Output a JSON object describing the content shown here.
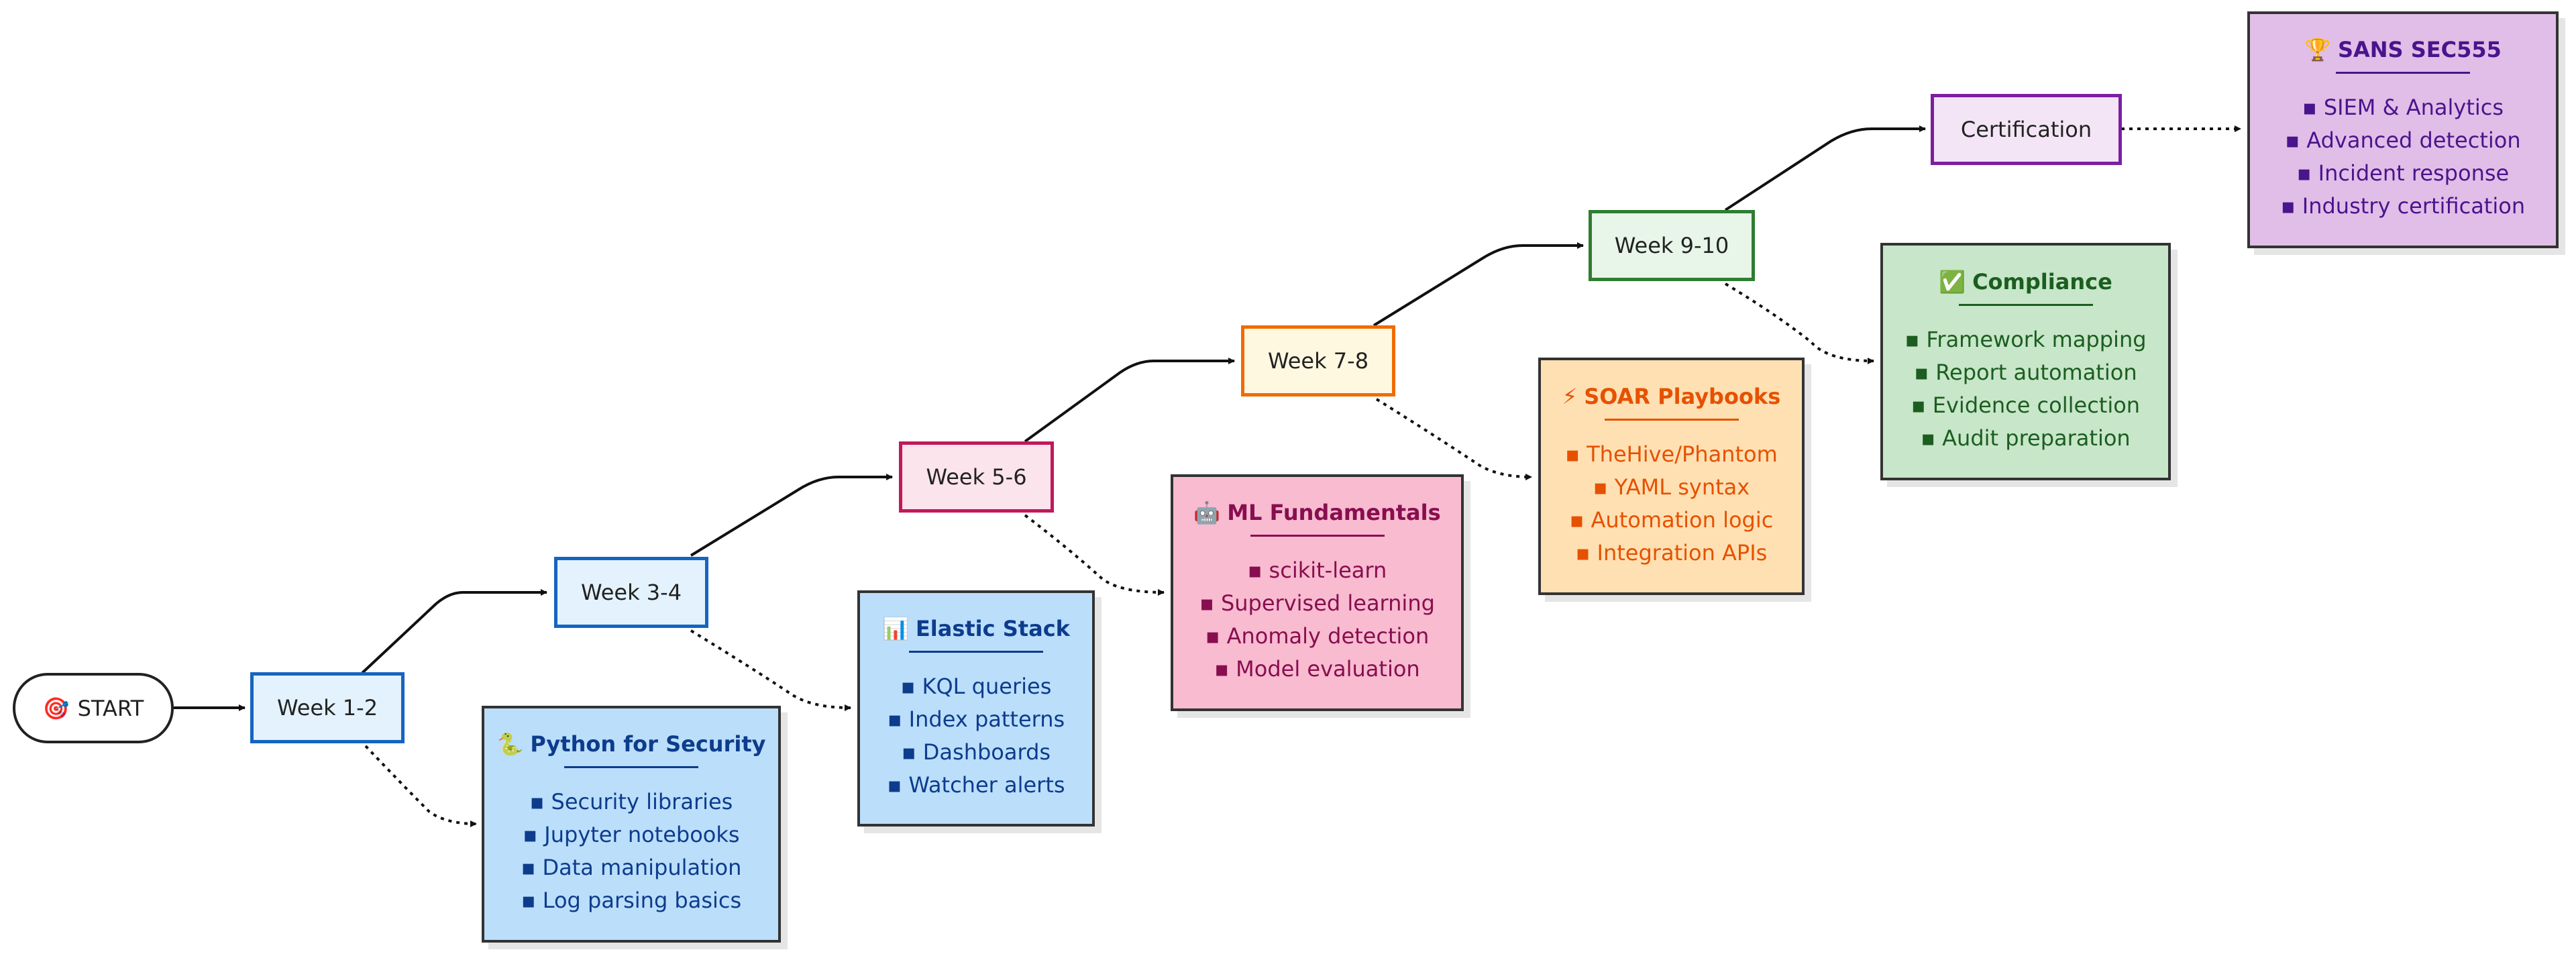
{
  "start": {
    "emoji": "🎯",
    "label": "START"
  },
  "stages": [
    {
      "label": "Week 1-2",
      "border": "#1565c0",
      "fill": "#e3f2fd"
    },
    {
      "label": "Week 3-4",
      "border": "#1565c0",
      "fill": "#e3f2fd"
    },
    {
      "label": "Week 5-6",
      "border": "#c2185b",
      "fill": "#fce4ec"
    },
    {
      "label": "Week 7-8",
      "border": "#ef6c00",
      "fill": "#fff8e1"
    },
    {
      "label": "Week 9-10",
      "border": "#2e7d32",
      "fill": "#e8f5e9"
    },
    {
      "label": "Certification",
      "border": "#7b1fa2",
      "fill": "#f3e5f5"
    }
  ],
  "cards": [
    {
      "emoji": "🐍",
      "title": "Python for Security",
      "fill": "#bbdefb",
      "text": "#0d3c8c",
      "items": [
        "Security libraries",
        "Jupyter notebooks",
        "Data manipulation",
        "Log parsing basics"
      ]
    },
    {
      "emoji": "📊",
      "title": "Elastic Stack",
      "fill": "#bbdefb",
      "text": "#0d3c8c",
      "items": [
        "KQL queries",
        "Index patterns",
        "Dashboards",
        "Watcher alerts"
      ]
    },
    {
      "emoji": "🤖",
      "title": "ML Fundamentals",
      "fill": "#f8bbd0",
      "text": "#880e4f",
      "items": [
        "scikit-learn",
        "Supervised learning",
        "Anomaly detection",
        "Model evaluation"
      ]
    },
    {
      "emoji": "⚡",
      "title": "SOAR Playbooks",
      "fill": "#ffe0b2",
      "text": "#e65100",
      "items": [
        "TheHive/Phantom",
        "YAML syntax",
        "Automation logic",
        "Integration APIs"
      ]
    },
    {
      "emoji": "✅",
      "title": "Compliance",
      "fill": "#c8e6c9",
      "text": "#1b5e20",
      "items": [
        "Framework mapping",
        "Report automation",
        "Evidence collection",
        "Audit preparation"
      ]
    },
    {
      "emoji": "🏆",
      "title": "SANS SEC555",
      "fill": "#e1bee7",
      "text": "#4a148c",
      "items": [
        "SIEM & Analytics",
        "Advanced detection",
        "Incident response",
        "Industry certification"
      ]
    }
  ]
}
